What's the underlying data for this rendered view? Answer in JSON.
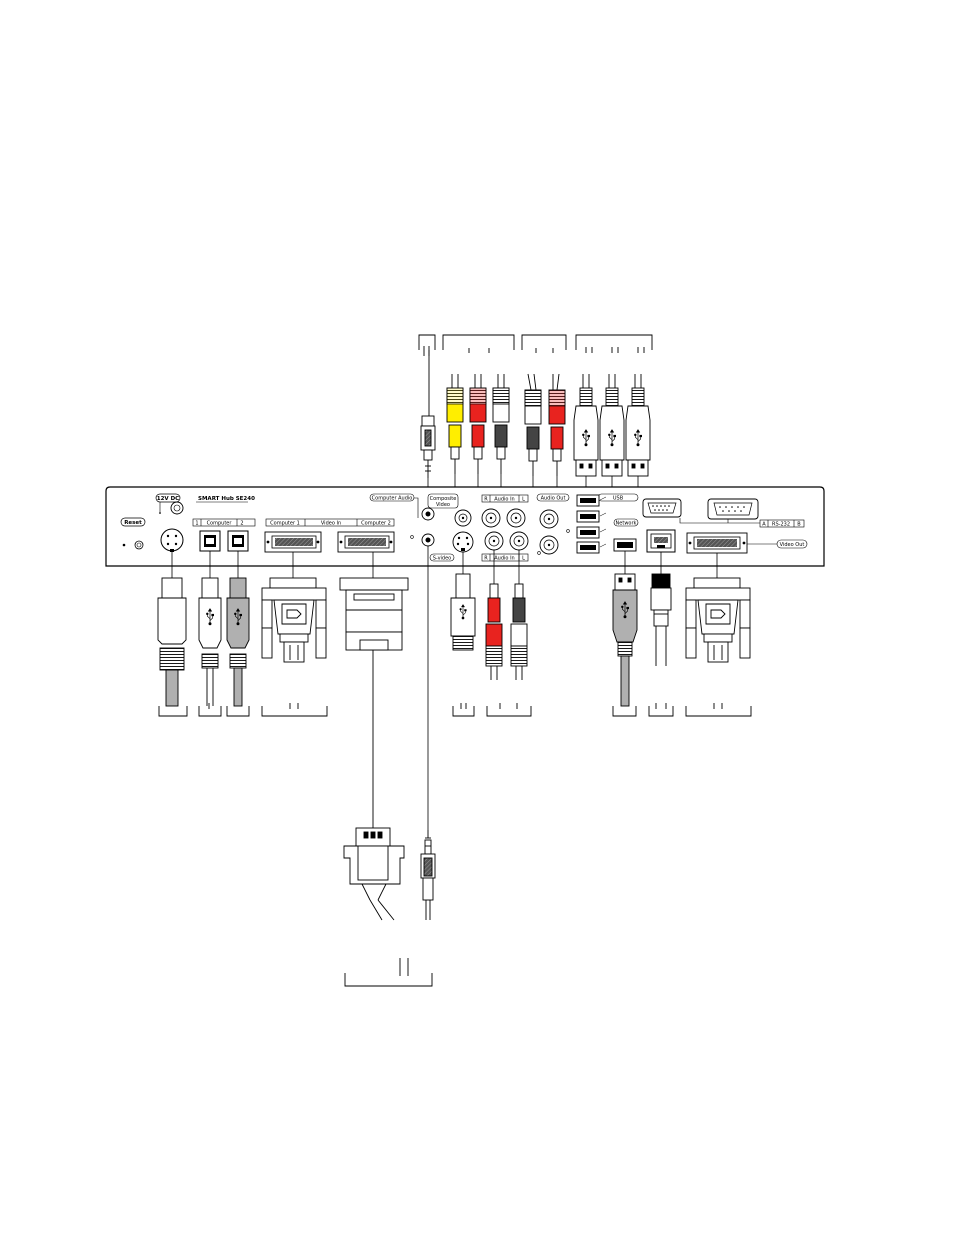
{
  "panel": {
    "model": "SMART Hub SE240",
    "reset": "Reset",
    "power": "12V DC",
    "computer_group": "Computer",
    "computer_1_num": "1",
    "computer_2_num": "2",
    "computer_audio": "Computer Audio",
    "composite_video_line1": "Composite",
    "composite_video_line2": "Video",
    "audio_in_top": "Audio In",
    "audio_in_bottom": "Audio In",
    "r_top": "R",
    "l_top": "L",
    "r_bottom": "R",
    "l_bottom": "L",
    "audio_out": "Audio Out",
    "s_video": "S-video",
    "usb": "USB",
    "network": "Network",
    "rs232": "RS-232",
    "rs232_a": "A",
    "rs232_b": "B",
    "video_in_computer1": "Computer 1",
    "video_in": "Video In",
    "video_in_computer2": "Computer 2",
    "video_out": "Video Out"
  },
  "colors": {
    "yellow": "#ffee00",
    "red": "#e8231f",
    "black_jack": "#222222",
    "cable_gray": "#b0b0b0",
    "outline": "#000000"
  },
  "icons": [
    "usb-icon",
    "rca-plug",
    "stereo-plug",
    "usb-a-plug",
    "usb-b-plug",
    "vga-plug",
    "dvi-plug",
    "rj45-plug",
    "svideo-plug",
    "power-plug"
  ]
}
